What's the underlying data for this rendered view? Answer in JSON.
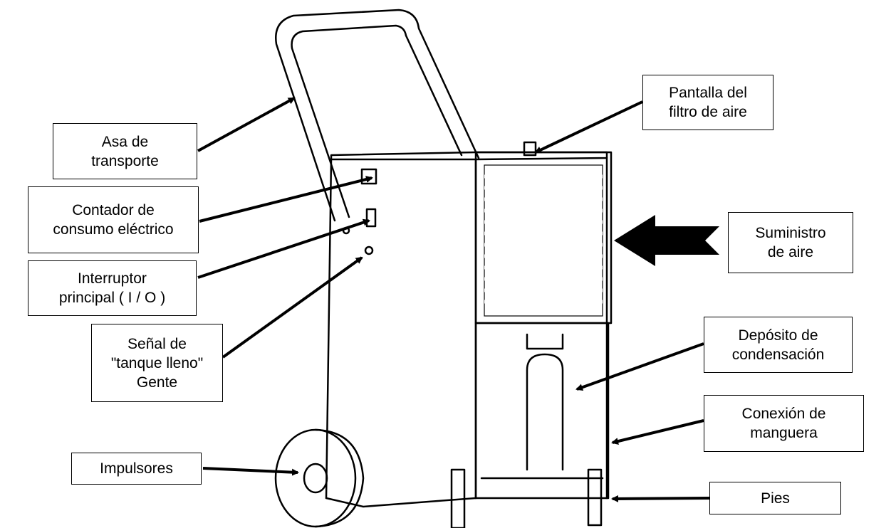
{
  "callouts": {
    "carry_handle": "Asa de\ntransporte",
    "power_meter": "Contador de\nconsumo eléctrico",
    "main_switch": "Interruptor\nprincipal ( I / O )",
    "tank_full_signal": "Señal de\n\"tanque lleno\"\nGente",
    "impellers": "Impulsores",
    "air_filter_screen": "Pantalla del\nfiltro de aire",
    "air_supply": "Suministro\nde aire",
    "condensate_tank": "Depósito de\ncondensación",
    "hose_connection": "Conexión de\nmanguera",
    "feet": "Pies"
  },
  "colors": {
    "line": "#000000",
    "background": "#ffffff"
  }
}
